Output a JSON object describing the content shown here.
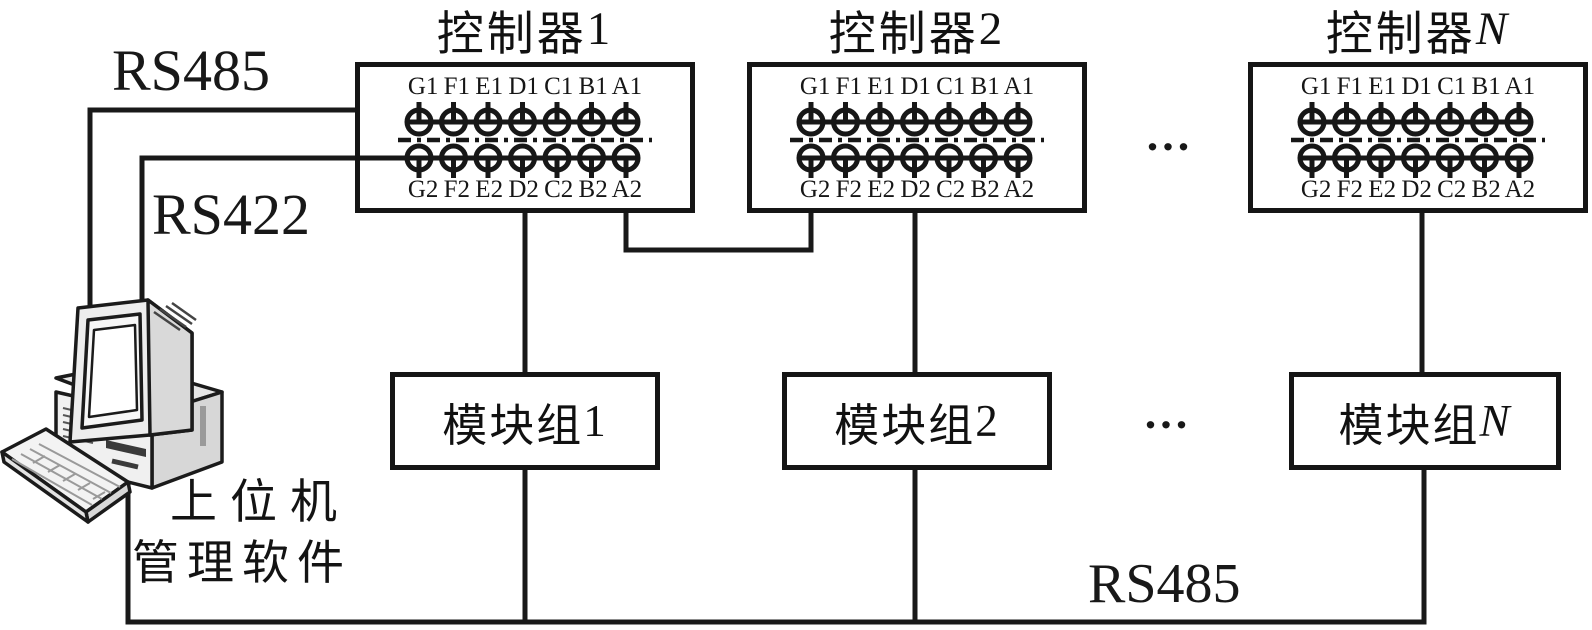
{
  "diagram": {
    "background": "#ffffff",
    "ink_color": "#1a1a1a",
    "wire_labels": {
      "rs485_top": "RS485",
      "rs422": "RS422",
      "rs485_bottom": "RS485"
    },
    "host": {
      "line1": "上位机",
      "line2": "管理软件"
    },
    "ellipsis": {
      "controllers": "...",
      "modules": "..."
    },
    "controllers": [
      {
        "title_prefix": "控制器",
        "title_suffix": "1",
        "suffix_style": "",
        "ports_top": "G1 F1 E1 D1 C1 B1 A1",
        "ports_bottom": "G2 F2 E2 D2 C2 B2 A2"
      },
      {
        "title_prefix": "控制器",
        "title_suffix": "2",
        "suffix_style": "",
        "ports_top": "G1 F1 E1 D1 C1 B1 A1",
        "ports_bottom": "G2 F2 E2 D2 C2 B2 A2"
      },
      {
        "title_prefix": "控制器",
        "title_suffix": "N",
        "suffix_style": "italic",
        "ports_top": "G1 F1 E1 D1 C1 B1 A1",
        "ports_bottom": "G2 F2 E2 D2 C2 B2 A2"
      }
    ],
    "modules": [
      {
        "prefix": "模块组",
        "suffix": "1",
        "suffix_style": ""
      },
      {
        "prefix": "模块组",
        "suffix": "2",
        "suffix_style": ""
      },
      {
        "prefix": "模块组",
        "suffix": "N",
        "suffix_style": "italic"
      }
    ]
  }
}
